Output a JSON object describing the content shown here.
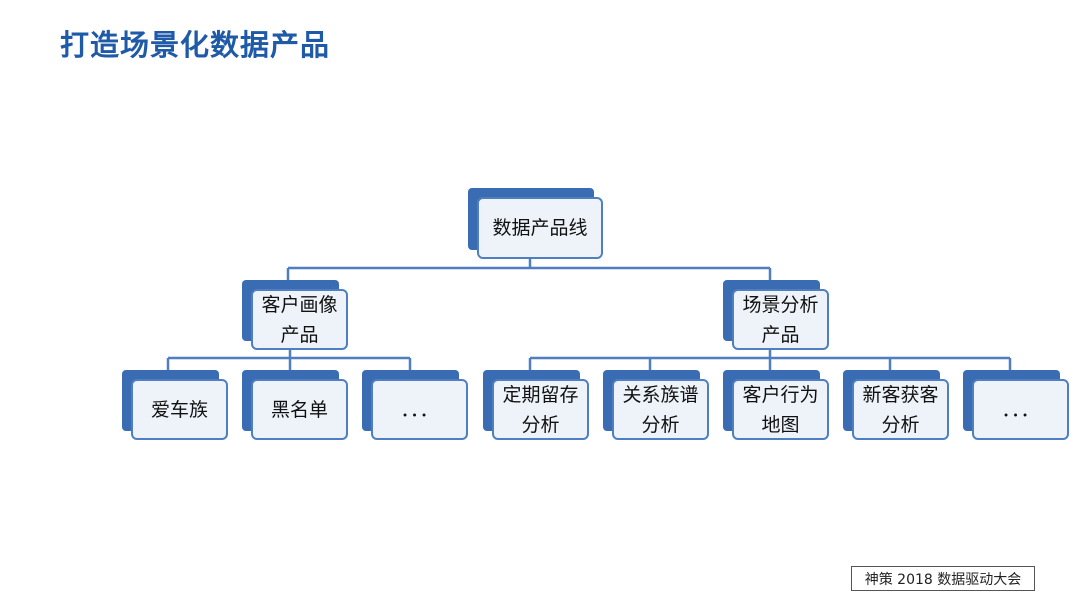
{
  "slide": {
    "title": "打造场景化数据产品"
  },
  "diagram": {
    "root": "数据产品线",
    "branch_left": "客户画像\n产品",
    "branch_right": "场景分析\n产品",
    "left_children": [
      "爱车族",
      "黑名单",
      "．．．"
    ],
    "right_children": [
      "定期留存\n分析",
      "关系族谱\n分析",
      "客户行为\n地图",
      "新客获客\n分析",
      "．．．"
    ]
  },
  "footer": {
    "badge": "神策 2018 数据驱动大会"
  },
  "colors": {
    "title": "#1e5aa8",
    "line": "#4f7fc0",
    "shadow": "#3a6cb4",
    "fill": "#eef3fa"
  }
}
